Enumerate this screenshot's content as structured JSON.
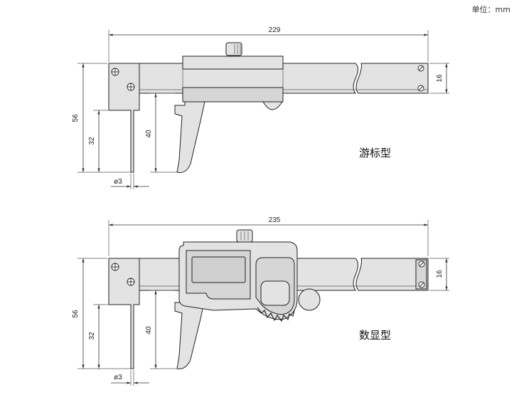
{
  "unit_label": "单位：mm",
  "vernier": {
    "label": "游标型",
    "length": "229",
    "beam_width": "16",
    "depth_outer": "56",
    "depth_inner": "32",
    "jaw_depth": "40",
    "tip_diameter": "ø3"
  },
  "digital": {
    "label": "数显型",
    "length": "235",
    "beam_width": "16",
    "depth_outer": "56",
    "depth_inner": "32",
    "jaw_depth": "40",
    "tip_diameter": "ø3"
  }
}
